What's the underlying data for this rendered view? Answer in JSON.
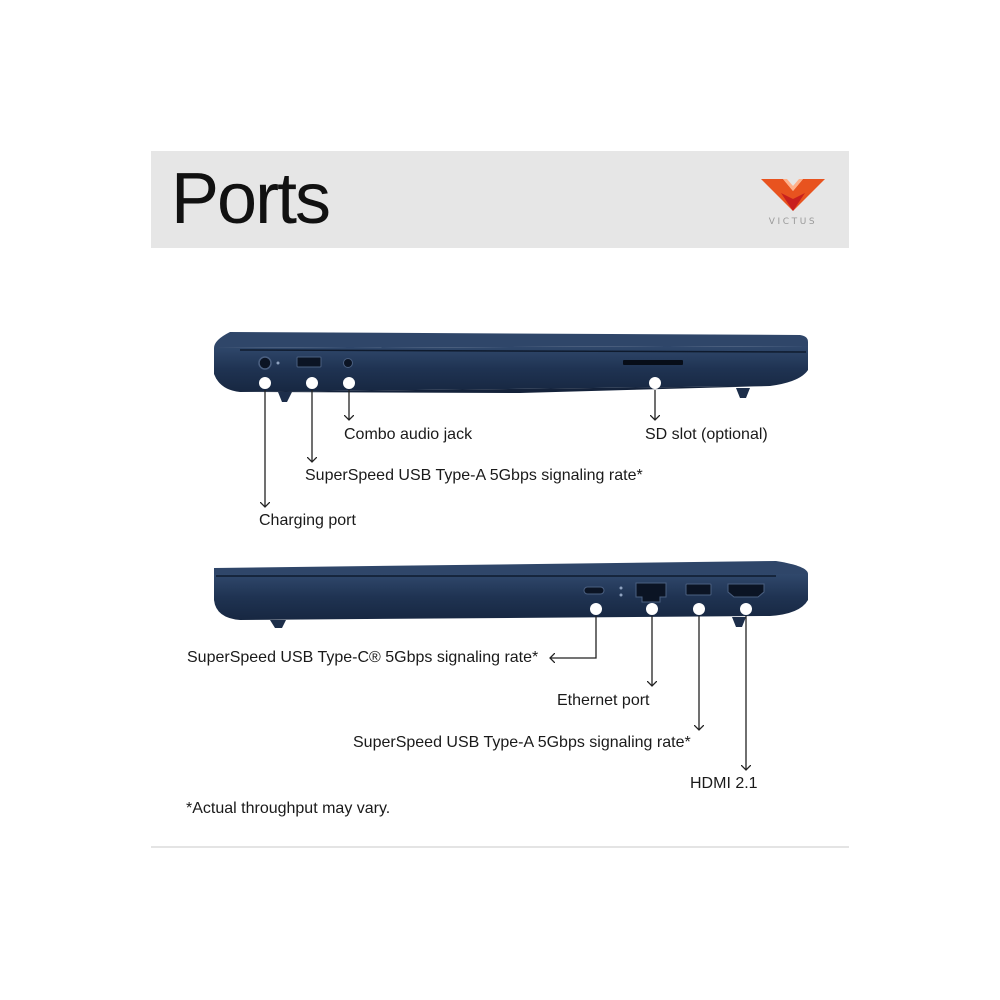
{
  "header": {
    "title": "Ports",
    "logo_text": "VICTUS"
  },
  "colors": {
    "laptop_body": "#1f3350",
    "laptop_edge": "#2d4466",
    "accent_orange": "#e8531f",
    "accent_red": "#c8201e",
    "marker": "#ffffff",
    "header_band": "#e6e6e6"
  },
  "left_side": {
    "labels": {
      "audio": "Combo audio jack",
      "sd": "SD slot (optional)",
      "usb_a": "SuperSpeed USB Type-A 5Gbps signaling rate*",
      "charging": "Charging port"
    }
  },
  "right_side": {
    "labels": {
      "usb_c": "SuperSpeed USB Type-C® 5Gbps signaling rate*",
      "ethernet": "Ethernet port",
      "usb_a": "SuperSpeed USB Type-A 5Gbps signaling rate*",
      "hdmi": "HDMI 2.1"
    }
  },
  "footnote": "*Actual throughput may vary."
}
